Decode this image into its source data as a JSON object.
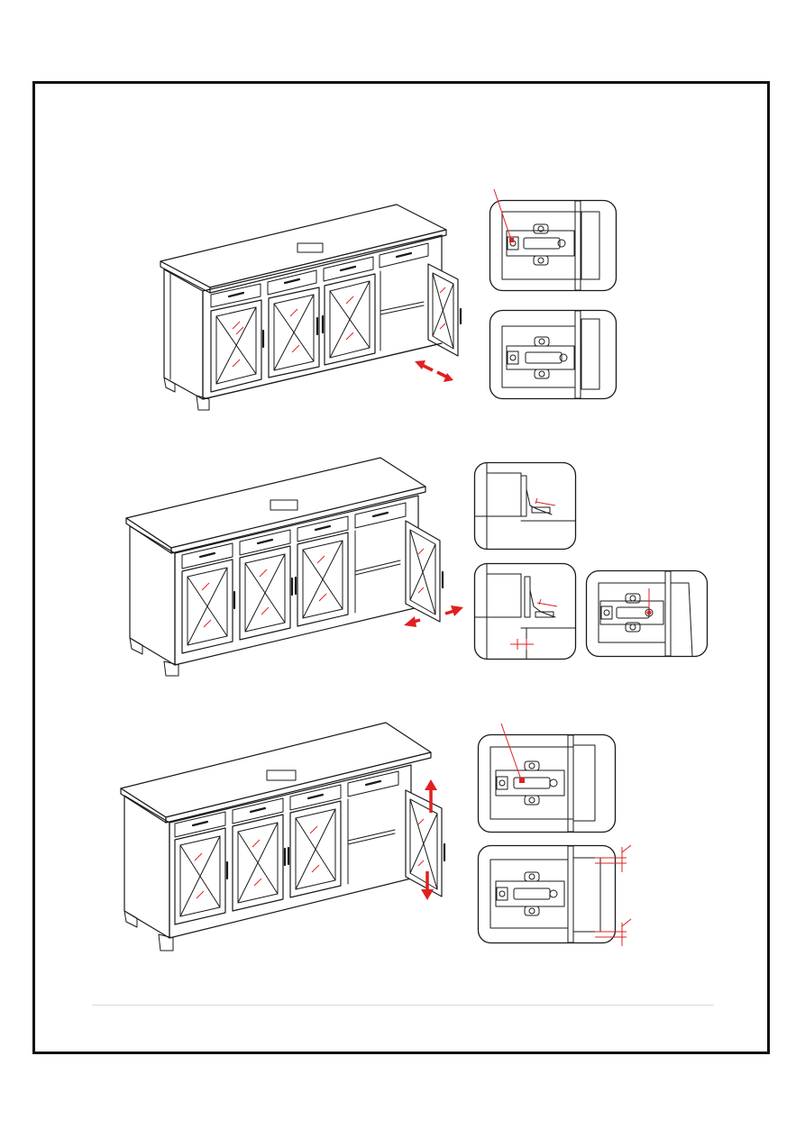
{
  "page": {
    "background": "#ffffff",
    "frame_color": "#111111",
    "accent": "#e02020"
  },
  "steps": [
    {
      "name": "step-1",
      "action": "adjust-depth",
      "arrow_direction": "diagonal",
      "details": [
        "hinge-screw-marked",
        "hinge-adjusted"
      ]
    },
    {
      "name": "step-2",
      "action": "adjust-side",
      "arrow_direction": "horizontal",
      "details": [
        "hinge-side-view",
        "hinge-side-view-gap",
        "hinge-top-screw-marked"
      ]
    },
    {
      "name": "step-3",
      "action": "adjust-height",
      "arrow_direction": "vertical",
      "details": [
        "hinge-screw-marked",
        "hinge-aligned-gaps"
      ]
    }
  ],
  "icons": [
    "cabinet-illustration",
    "hinge-detail",
    "red-arrow",
    "screwdriver-marker"
  ]
}
